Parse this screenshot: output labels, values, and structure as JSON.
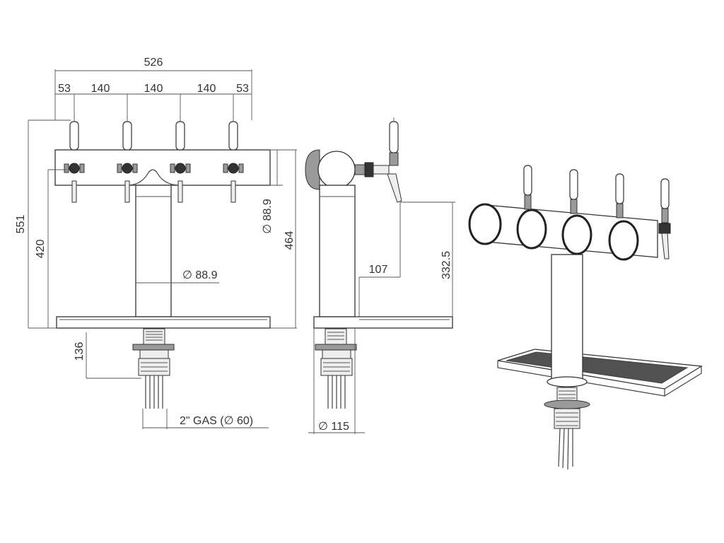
{
  "dimensions": {
    "overall_width": "526",
    "spacing": [
      "53",
      "140",
      "140",
      "140",
      "53"
    ],
    "total_height": "551",
    "tap_height": "420",
    "column_diameter": "∅ 88.9",
    "tube_diameter": "∅ 88.9",
    "height_464": "464",
    "thread_length": "136",
    "thread_spec": "2\" GAS (∅ 60)",
    "tap_reach": "107",
    "spout_height": "332.5",
    "base_diameter": "∅ 115"
  },
  "colors": {
    "line": "#444444",
    "background": "#ffffff"
  }
}
